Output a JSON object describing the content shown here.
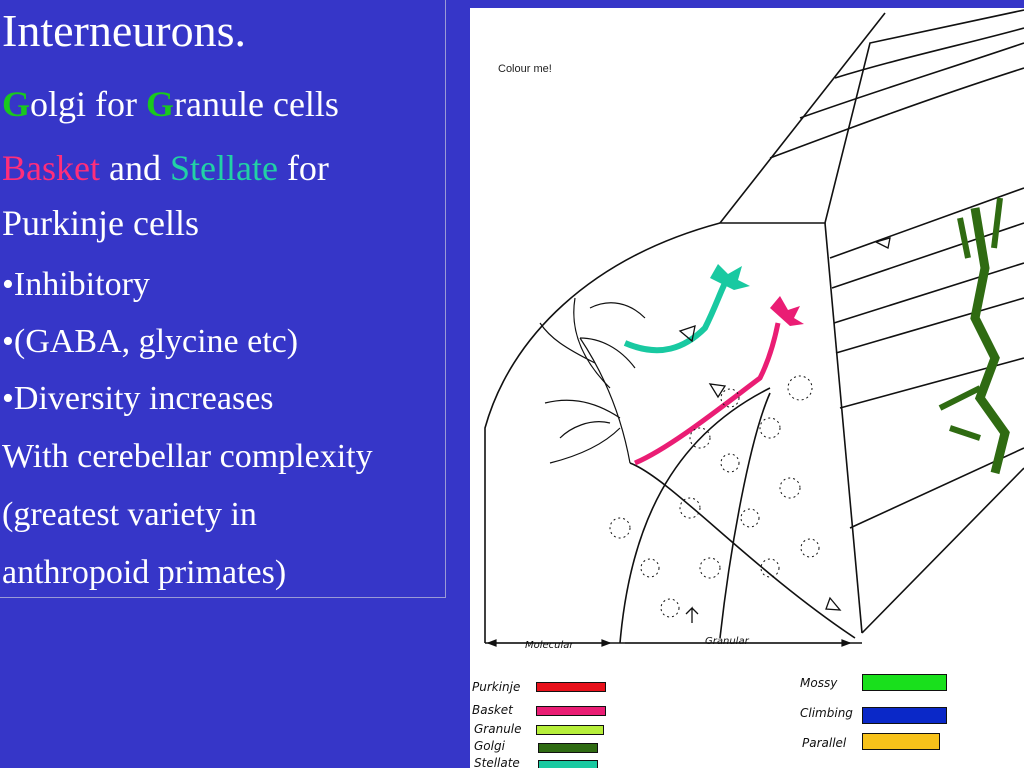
{
  "slide": {
    "title": "Interneurons.",
    "golgi_line": {
      "g1": "G",
      "part1": "olgi for ",
      "g2": "G",
      "part2": "ranule cells"
    },
    "basket_line": {
      "basket": "Basket",
      "and": " and ",
      "stellate": "Stellate",
      "for": " for"
    },
    "purkinje_line": "Purkinje cells",
    "bullets": [
      "•Inhibitory",
      "•(GABA, glycine etc)",
      "•Diversity increases"
    ],
    "tail_lines": [
      "With cerebellar complexity",
      "(greatest variety in",
      "anthropoid primates)"
    ],
    "colors": {
      "background": "#3636c8",
      "highlight_g": "#19c81e",
      "basket": "#ff2e7a",
      "stellate": "#22d1a5"
    }
  },
  "diagram": {
    "caption": "Colour me!",
    "layer_labels": {
      "molecular": "Molecular",
      "granular": "Granular"
    },
    "key_left": [
      {
        "label": "Purkinje",
        "color": "#e8111b"
      },
      {
        "label": "Basket",
        "color": "#ea1d74"
      },
      {
        "label": "Granule",
        "color": "#b6ee3a"
      },
      {
        "label": "Golgi",
        "color": "#2f6b12"
      },
      {
        "label": "Stellate",
        "color": "#19c9a1"
      }
    ],
    "key_right": [
      {
        "label": "Mossy",
        "color": "#19e01c"
      },
      {
        "label": "Climbing",
        "color": "#0a28c8"
      },
      {
        "label": "Parallel",
        "color": "#f7c21a"
      }
    ]
  }
}
